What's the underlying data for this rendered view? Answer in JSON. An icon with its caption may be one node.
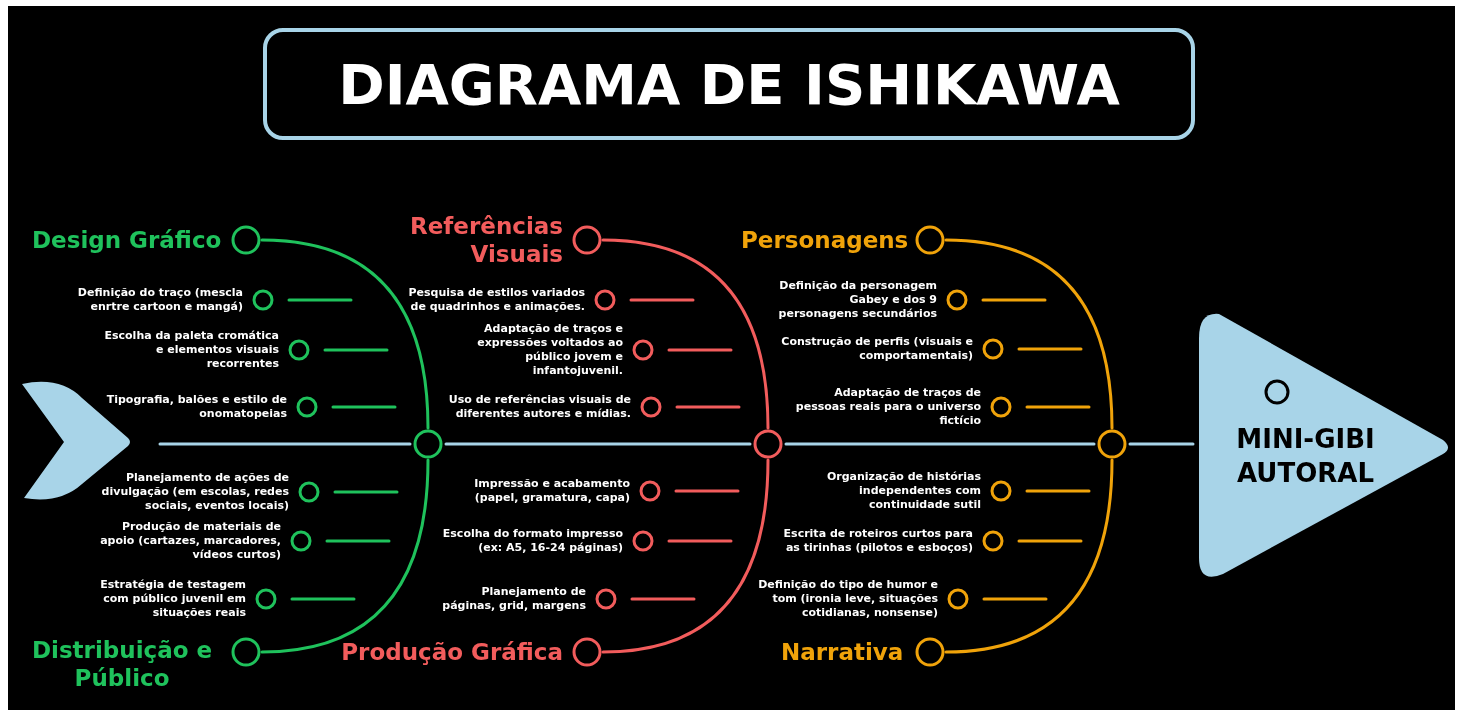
{
  "diagram": {
    "title": "DIAGRAMA DE ISHIKAWA",
    "nodes": [
      {
        "text": [
          "Design Gráfico"
        ]
      },
      {
        "text": [
          "Referências Visuais"
        ]
      },
      {
        "text": [
          "Personagens"
        ]
      },
      {
        "text": [
          "Definição do traço (mescla enrtre cartoon e mangá)"
        ]
      },
      {
        "text": [
          "Escolha da paleta cromática e elementos visuais recorrentes"
        ]
      },
      {
        "text": [
          "Tipografia, balões e estilo de onomatopeias"
        ]
      },
      {
        "text": [
          "Pesquisa de estilos variados de quadrinhos e animações."
        ]
      },
      {
        "text": [
          "Adaptação de traços e expressões voltados ao público jovem e infantojuvenil."
        ]
      },
      {
        "text": [
          "Uso de referências visuais de diferentes autores e mídias."
        ]
      },
      {
        "text": [
          "Definição da personagem Gabey e dos 9 personagens secundários"
        ]
      },
      {
        "text": [
          "Construção de perfis (visuais e comportamentais)"
        ]
      },
      {
        "text": [
          "Adaptação de traços de pessoas reais para o universo fictício"
        ]
      },
      {
        "text": [],
        "shape": "circle"
      },
      {
        "text": [],
        "shape": "circle"
      },
      {
        "text": [],
        "shape": "circle"
      },
      {
        "text": [
          "MINI-GIBI AUTORAL"
        ]
      },
      {
        "text": [
          "Planejamento de ações de divulgação (em escolas, redes sociais, eventos locais)"
        ]
      },
      {
        "text": [
          "Produção de materiais de apoio (cartazes, marcadores, vídeos curtos)"
        ]
      },
      {
        "text": [
          "Estratégia de testagem com público juvenil em situações reais"
        ]
      },
      {
        "text": [
          "Impressão e acabamento (papel, gramatura, capa)"
        ]
      },
      {
        "text": [
          "Escolha do formato impresso (ex: A5, 16-24 páginas)"
        ]
      },
      {
        "text": [
          "Planejamento de páginas, grid, margens"
        ]
      },
      {
        "text": [
          "Organização de histórias independentes com continuidade sutil"
        ]
      },
      {
        "text": [
          "Escrita de roteiros curtos para as tirinhas (pilotos e esboços)"
        ]
      },
      {
        "text": [
          "Definição do tipo de humor e tom (ironia leve, situações cotidianas, nonsense)"
        ]
      },
      {
        "text": [
          "Distribuição e Público"
        ]
      },
      {
        "text": [
          "Produção Gráfica"
        ]
      },
      {
        "text": [
          "Narrativa"
        ]
      }
    ],
    "edges": [
      {
        "from": 0,
        "to": 12,
        "arrow": "none",
        "color": "#1fc25c"
      },
      {
        "from": 25,
        "to": 12,
        "arrow": "none",
        "color": "#1fc25c"
      },
      {
        "from": 1,
        "to": 13,
        "arrow": "none",
        "color": "#f25c5c"
      },
      {
        "from": 26,
        "to": 13,
        "arrow": "none",
        "color": "#f25c5c"
      },
      {
        "from": 2,
        "to": 14,
        "arrow": "none",
        "color": "#f0a30a"
      },
      {
        "from": 27,
        "to": 14,
        "arrow": "none",
        "color": "#f0a30a"
      },
      {
        "from": null,
        "to": 12,
        "arrow": "none",
        "color": "#a8d4e8"
      },
      {
        "from": 12,
        "to": 13,
        "arrow": "none",
        "color": "#a8d4e8"
      },
      {
        "from": 13,
        "to": 14,
        "arrow": "none",
        "color": "#a8d4e8"
      },
      {
        "from": 14,
        "to": 15,
        "arrow": "none",
        "color": "#a8d4e8"
      },
      {
        "from": 3,
        "to": null,
        "arrow": "none",
        "color": "#1fc25c"
      },
      {
        "from": 4,
        "to": null,
        "arrow": "none",
        "color": "#1fc25c"
      },
      {
        "from": 5,
        "to": null,
        "arrow": "none",
        "color": "#1fc25c"
      },
      {
        "from": 6,
        "to": null,
        "arrow": "none",
        "color": "#f25c5c"
      },
      {
        "from": 7,
        "to": null,
        "arrow": "none",
        "color": "#f25c5c"
      },
      {
        "from": 8,
        "to": null,
        "arrow": "none",
        "color": "#f25c5c"
      },
      {
        "from": 9,
        "to": null,
        "arrow": "none",
        "color": "#f0a30a"
      },
      {
        "from": 10,
        "to": null,
        "arrow": "none",
        "color": "#f0a30a"
      },
      {
        "from": 11,
        "to": null,
        "arrow": "none",
        "color": "#f0a30a"
      },
      {
        "from": 16,
        "to": null,
        "arrow": "none",
        "color": "#1fc25c"
      },
      {
        "from": 17,
        "to": null,
        "arrow": "none",
        "color": "#1fc25c"
      },
      {
        "from": 18,
        "to": null,
        "arrow": "none",
        "color": "#1fc25c"
      },
      {
        "from": 19,
        "to": null,
        "arrow": "none",
        "color": "#f25c5c"
      },
      {
        "from": 20,
        "to": null,
        "arrow": "none",
        "color": "#f25c5c"
      },
      {
        "from": 21,
        "to": null,
        "arrow": "none",
        "color": "#f25c5c"
      },
      {
        "from": 22,
        "to": null,
        "arrow": "none",
        "color": "#f0a30a"
      },
      {
        "from": 23,
        "to": null,
        "arrow": "none",
        "color": "#f0a30a"
      },
      {
        "from": 24,
        "to": null,
        "arrow": "none",
        "color": "#f0a30a"
      }
    ]
  }
}
